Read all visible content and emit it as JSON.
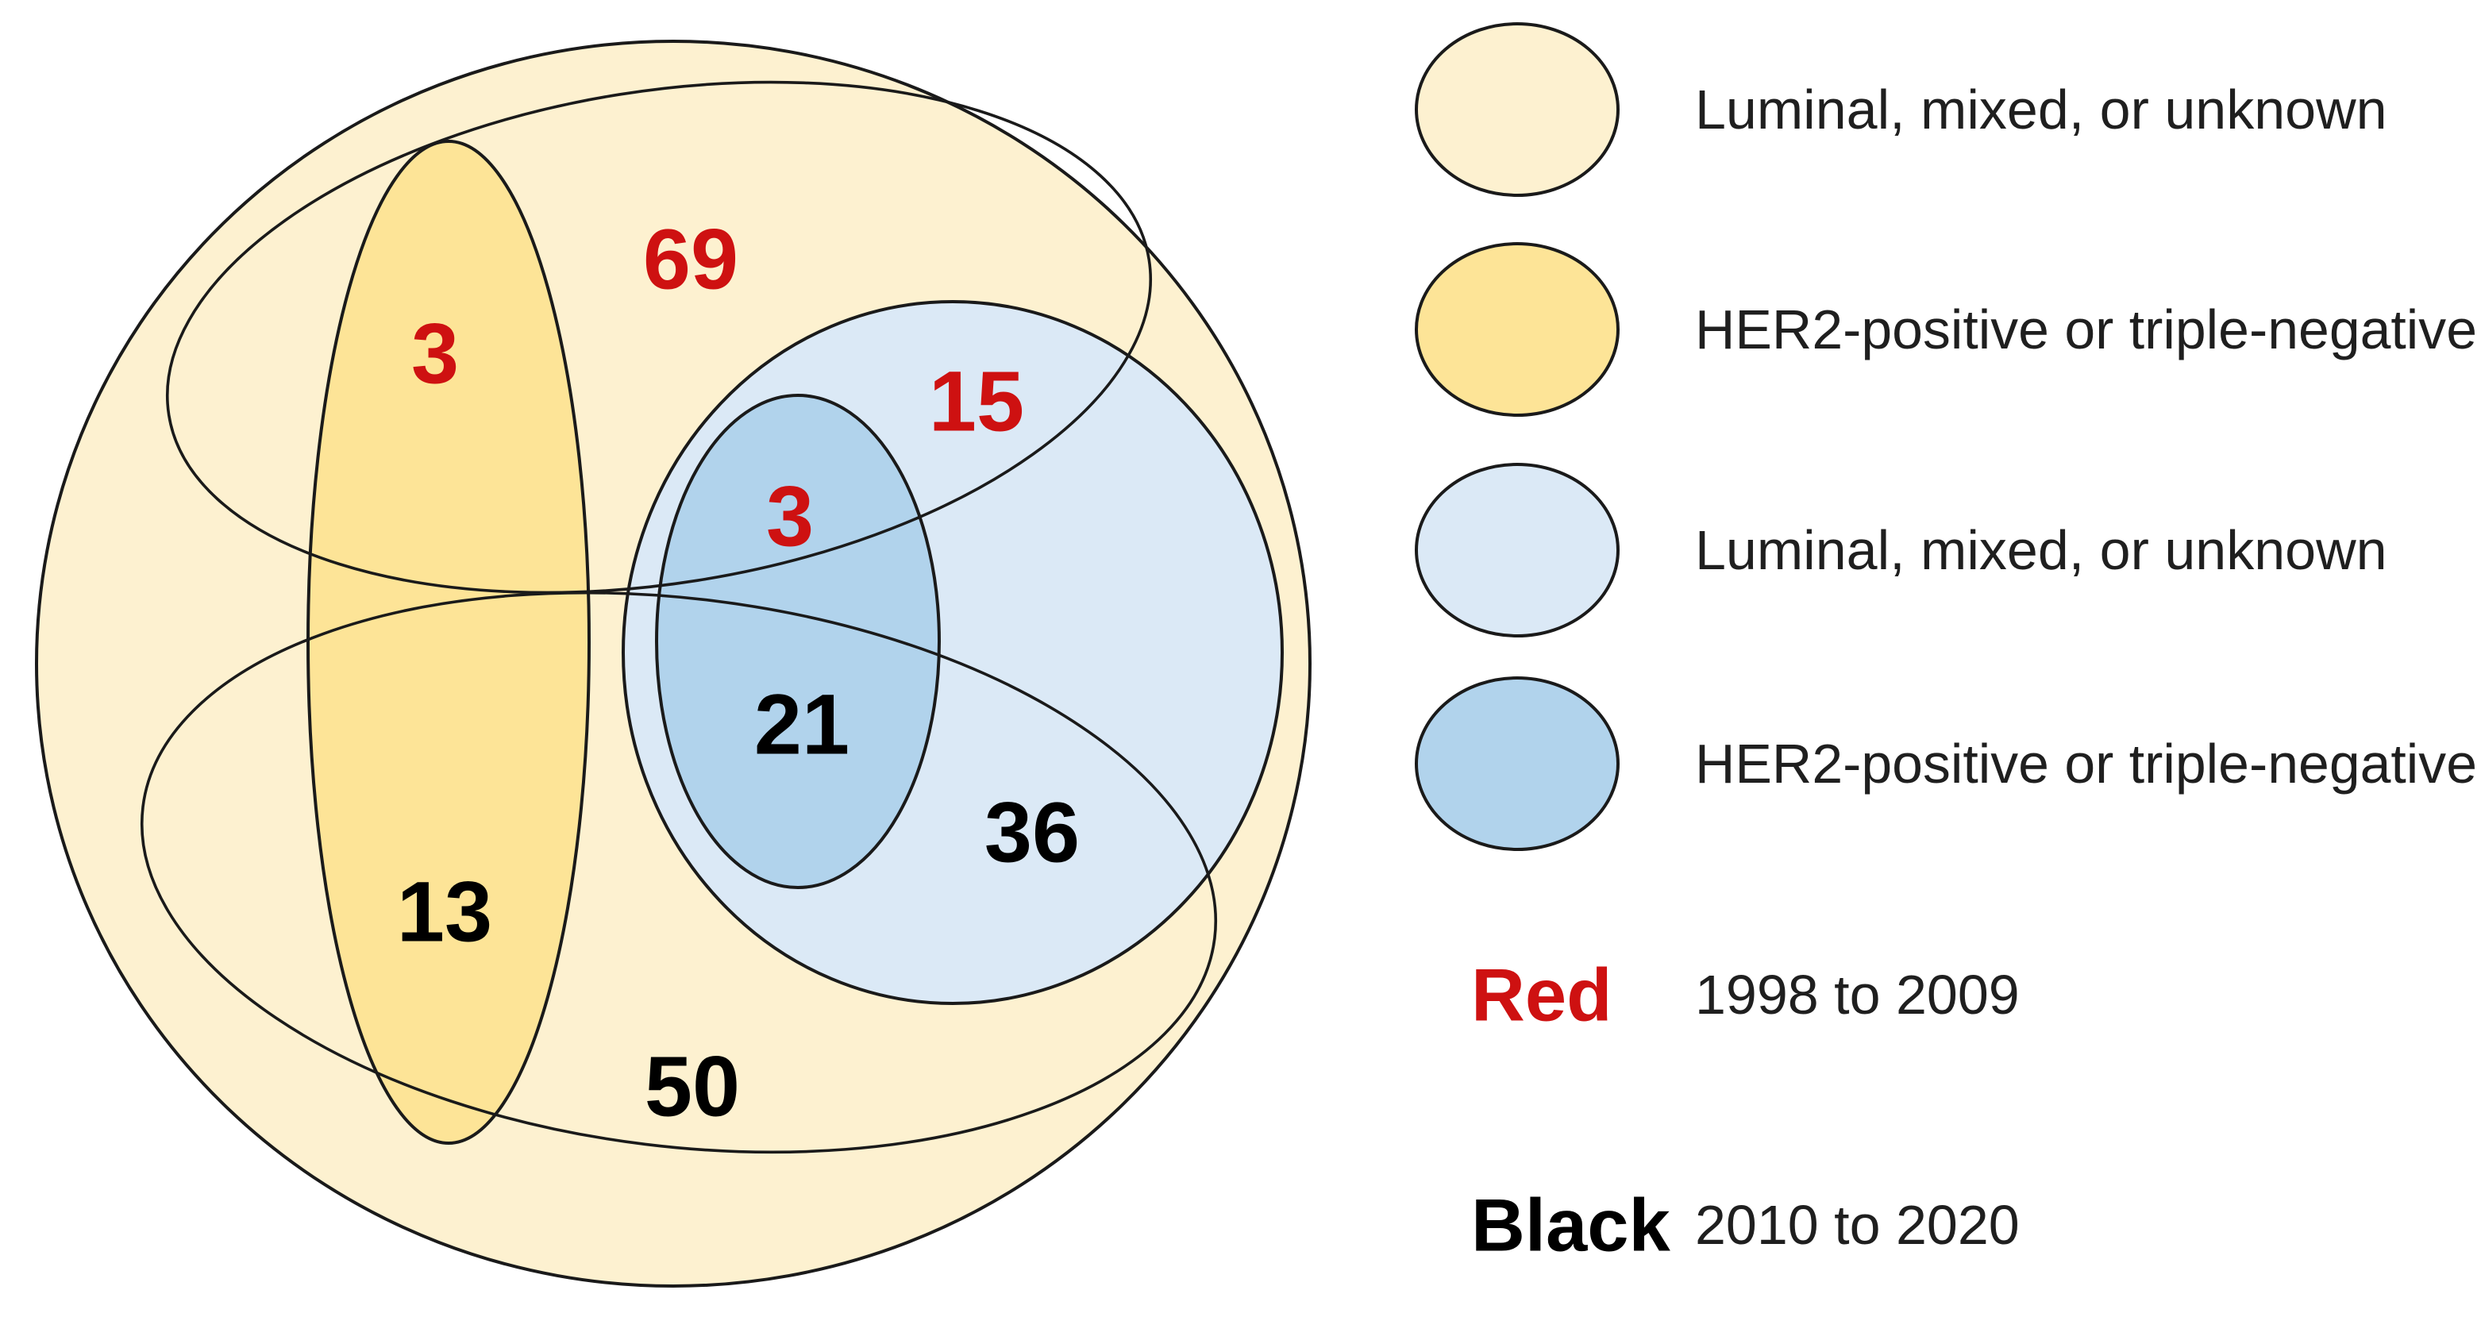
{
  "figure_type": "euler-venn-diagram",
  "palette": {
    "cream": "#FDF1D0",
    "gold": "#FDE497",
    "light_blue": "#DBE9F6",
    "mid_blue": "#B1D3EC",
    "outline": "#1A1A1A",
    "red_text": "#CE1111",
    "black_text": "#000000"
  },
  "diagram": {
    "counts": [
      {
        "value": "69",
        "color": "red",
        "region": "Luminal, mixed, or unknown (outer set) - 1998 to 2009"
      },
      {
        "value": "3",
        "color": "red",
        "region": "HER2-positive or triple-negative (gold set) - 1998 to 2009"
      },
      {
        "value": "15",
        "color": "red",
        "region": "Luminal, mixed, or unknown (light blue set) - 1998 to 2009"
      },
      {
        "value": "3",
        "color": "red",
        "region": "HER2-positive or triple-negative (blue set) - 1998 to 2009"
      },
      {
        "value": "21",
        "color": "black",
        "region": "HER2-positive or triple-negative (blue set) - 2010 to 2020"
      },
      {
        "value": "36",
        "color": "black",
        "region": "Luminal, mixed, or unknown (light blue set) - 2010 to 2020"
      },
      {
        "value": "13",
        "color": "black",
        "region": "HER2-positive or triple-negative (gold set) - 2010 to 2020"
      },
      {
        "value": "50",
        "color": "black",
        "region": "Luminal, mixed, or unknown (outer set) - 2010 to 2020"
      }
    ]
  },
  "legend": {
    "items": [
      {
        "swatch": "cream",
        "label": "Luminal, mixed, or unknown"
      },
      {
        "swatch": "gold",
        "label": "HER2-positive or triple-negative"
      },
      {
        "swatch": "light_blue",
        "label": "Luminal, mixed, or unknown"
      },
      {
        "swatch": "mid_blue",
        "label": "HER2-positive or triple-negative"
      }
    ],
    "color_key": [
      {
        "name": "Red",
        "period": "1998 to 2009",
        "color": "#CE1111"
      },
      {
        "name": "Black",
        "period": "2010 to 2020",
        "color": "#000000"
      }
    ]
  },
  "chart_data": {
    "type": "venn",
    "sets": [
      "Luminal, mixed, or unknown (outer, cream)",
      "HER2-positive or triple-negative (gold)",
      "Luminal, mixed, or unknown (light blue)",
      "HER2-positive or triple-negative (blue)",
      "1998 to 2009 (red numbers, top ellipse)",
      "2010 to 2020 (black numbers, bottom ellipse)"
    ],
    "regions": [
      {
        "sets": [
          "Luminal, mixed, or unknown (outer, cream)",
          "1998 to 2009"
        ],
        "value": 69
      },
      {
        "sets": [
          "HER2-positive or triple-negative (gold)",
          "1998 to 2009"
        ],
        "value": 3
      },
      {
        "sets": [
          "Luminal, mixed, or unknown (light blue)",
          "1998 to 2009"
        ],
        "value": 15
      },
      {
        "sets": [
          "HER2-positive or triple-negative (blue)",
          "1998 to 2009"
        ],
        "value": 3
      },
      {
        "sets": [
          "HER2-positive or triple-negative (blue)",
          "2010 to 2020"
        ],
        "value": 21
      },
      {
        "sets": [
          "Luminal, mixed, or unknown (light blue)",
          "2010 to 2020"
        ],
        "value": 36
      },
      {
        "sets": [
          "HER2-positive or triple-negative (gold)",
          "2010 to 2020"
        ],
        "value": 13
      },
      {
        "sets": [
          "Luminal, mixed, or unknown (outer, cream)",
          "2010 to 2020"
        ],
        "value": 50
      }
    ],
    "legend_position": "right"
  }
}
